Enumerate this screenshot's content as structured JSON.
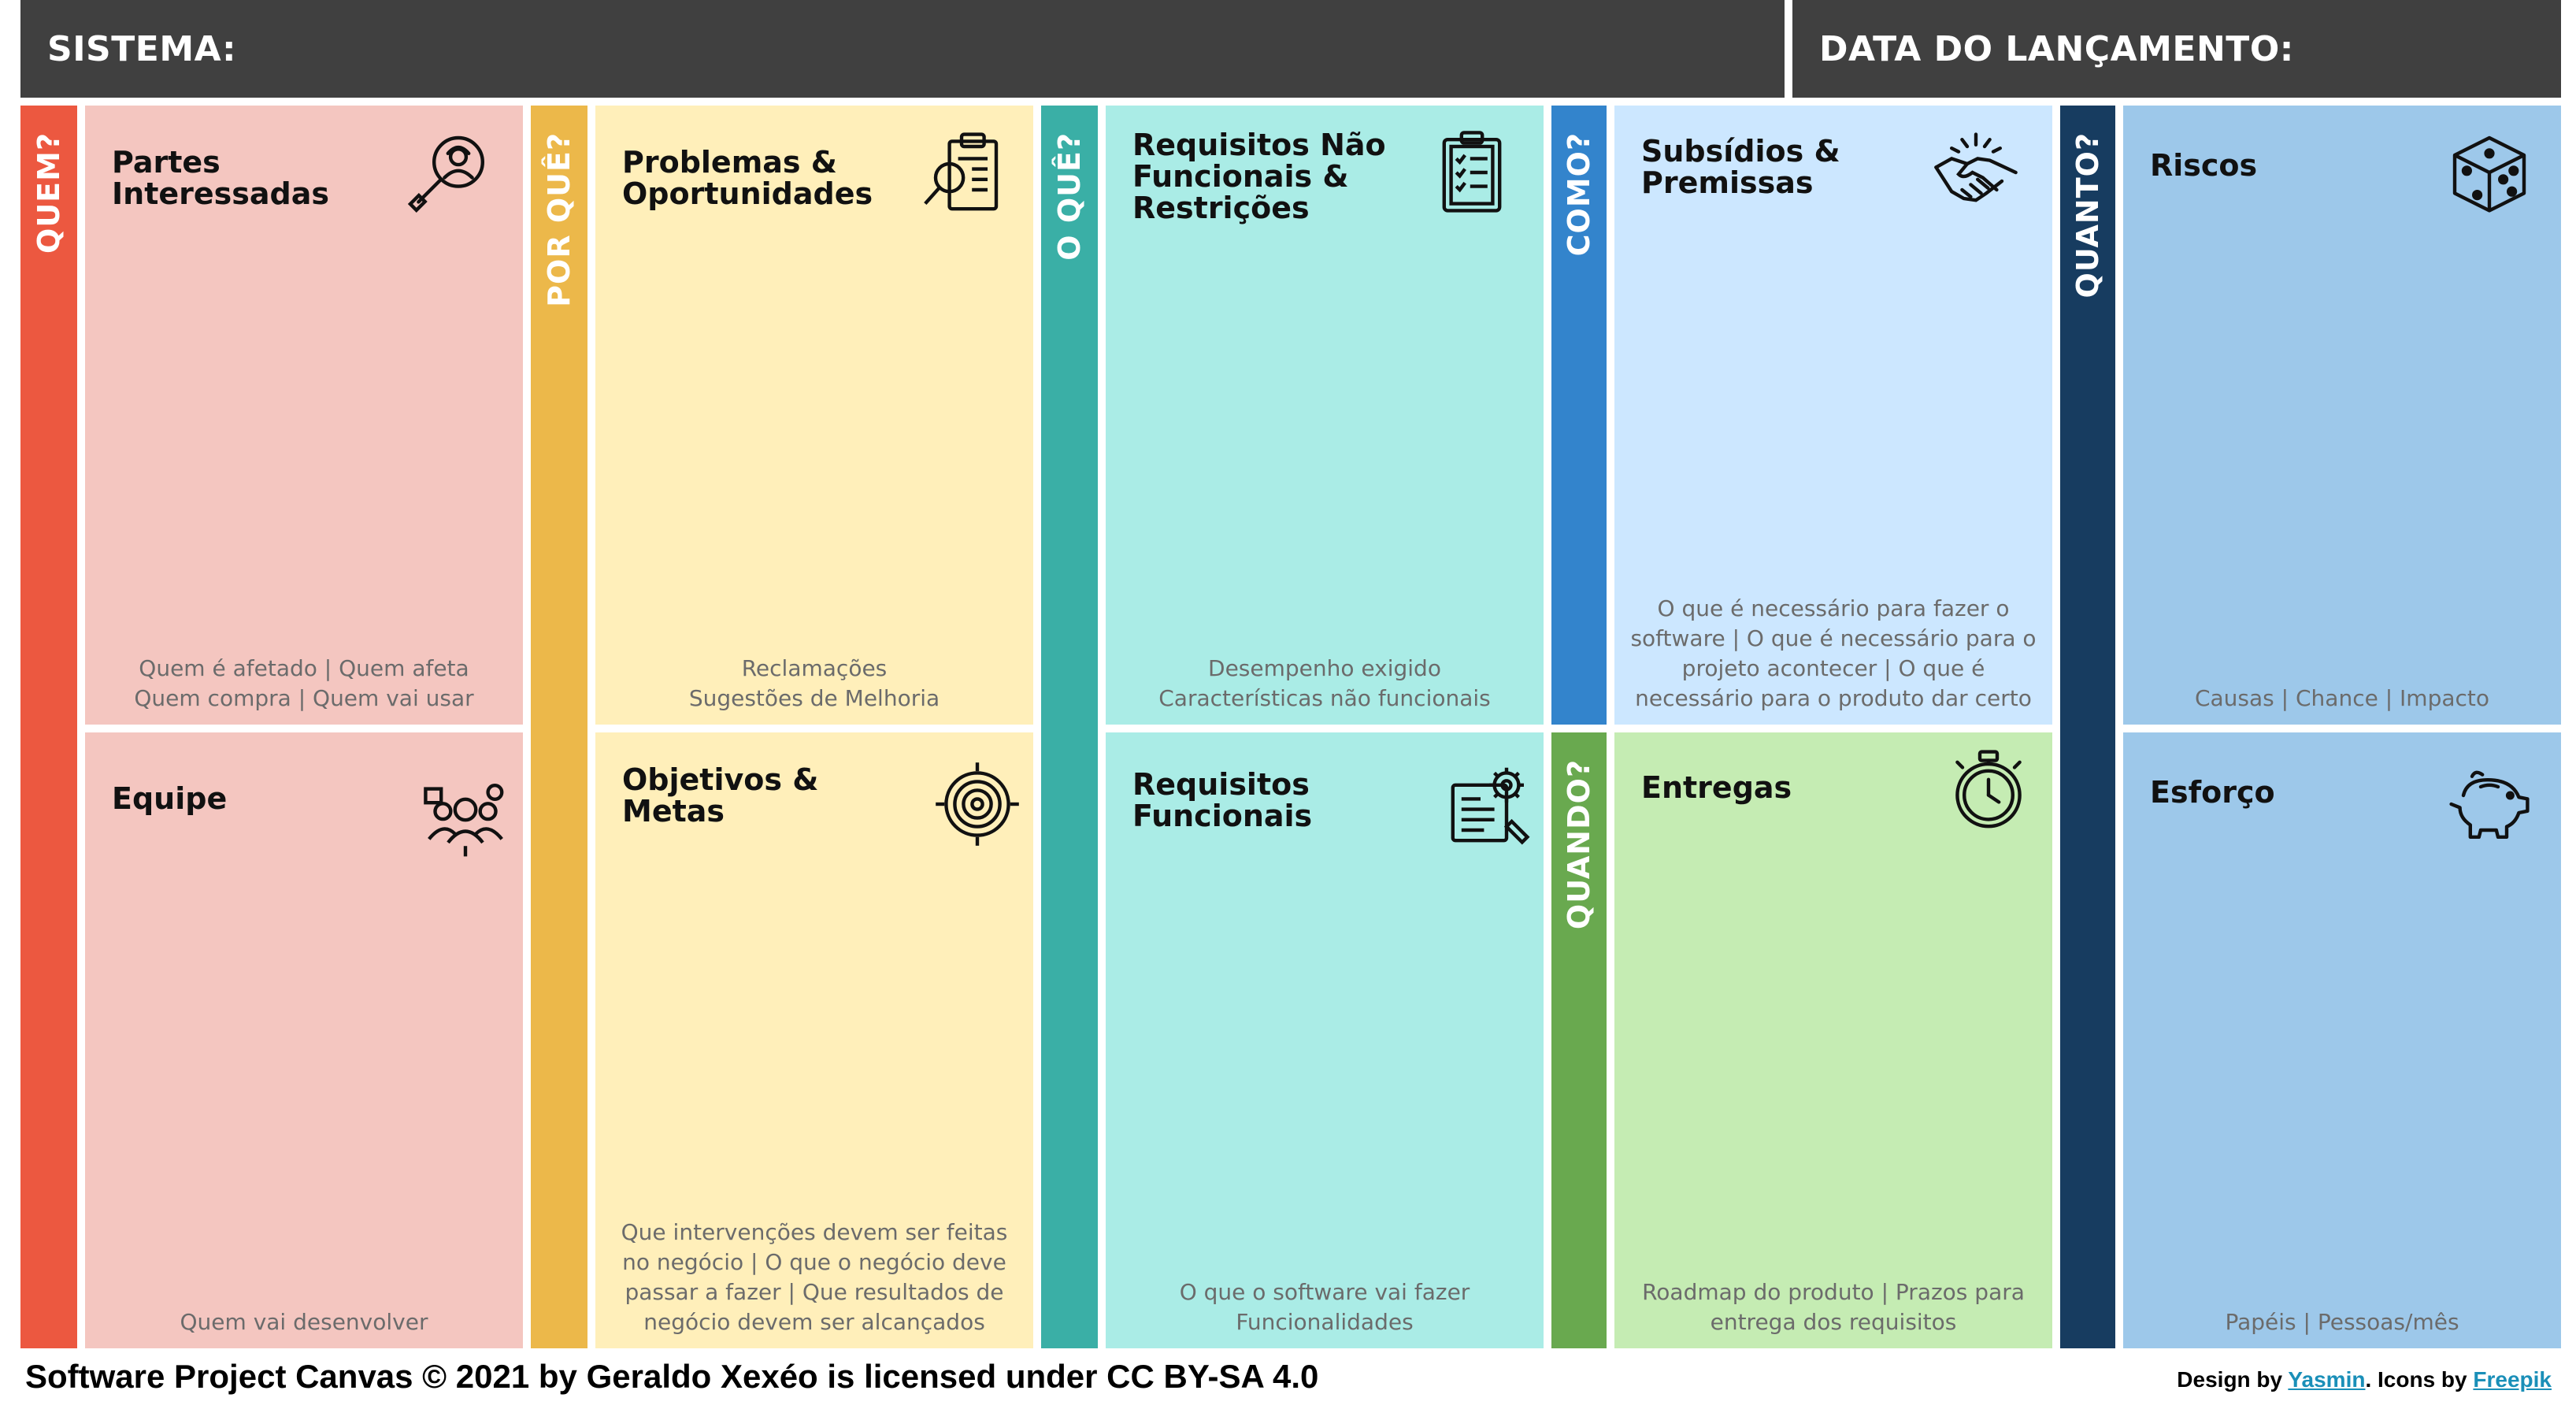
{
  "header": {
    "sistema_label": "SISTEMA:",
    "data_label": "DATA DO LANÇAMENTO:"
  },
  "strips": {
    "quem": "QUEM?",
    "por_que": "POR QUÊ?",
    "o_que": "O QUÊ?",
    "como": "COMO?",
    "quando": "QUANDO?",
    "quanto": "QUANTO?"
  },
  "panels": {
    "partes": {
      "title": "Partes\nInteressadas",
      "hint": "Quem é afetado | Quem afeta\nQuem compra | Quem vai usar",
      "icon": "magnifier-person-icon"
    },
    "equipe": {
      "title": "Equipe",
      "hint": "Quem vai desenvolver",
      "icon": "team-icon"
    },
    "problemas": {
      "title": "Problemas &\nOportunidades",
      "hint": "Reclamações\nSugestões de Melhoria",
      "icon": "clipboard-search-icon"
    },
    "objetivos": {
      "title": "Objetivos &\nMetas",
      "hint": "Que intervenções devem ser feitas no negócio | O que o negócio deve passar a fazer | Que resultados de negócio devem ser alcançados",
      "icon": "target-icon"
    },
    "req_nao_func": {
      "title": "Requisitos Não\nFuncionais &\nRestrições",
      "hint": "Desempenho exigido\nCaracterísticas não funcionais",
      "icon": "checklist-icon"
    },
    "req_func": {
      "title": "Requisitos\nFuncionais",
      "hint": "O que o software vai fazer\nFuncionalidades",
      "icon": "document-gear-icon"
    },
    "subsidios": {
      "title": "Subsídios &\nPremissas",
      "hint": "O que é necessário para fazer o software | O que é necessário para o projeto acontecer | O que é necessário para o produto dar certo",
      "icon": "handshake-icon"
    },
    "entregas": {
      "title": "Entregas",
      "hint": "Roadmap do produto | Prazos para entrega dos requisitos",
      "icon": "stopwatch-icon"
    },
    "riscos": {
      "title": "Riscos",
      "hint": "Causas | Chance | Impacto",
      "icon": "dice-icon"
    },
    "esforco": {
      "title": "Esforço",
      "hint": "Papéis | Pessoas/mês",
      "icon": "piggy-bank-icon"
    }
  },
  "footer": {
    "license": "Software Project Canvas © 2021 by Geraldo Xexéo is licensed under CC BY-SA 4.0",
    "design_prefix": "Design by ",
    "design_name": "Yasmin",
    "icons_prefix": ". Icons by ",
    "icons_name": "Freepik"
  },
  "colors": {
    "header_bg": "#404040",
    "quem": "#ec5840",
    "por_que": "#ecb84a",
    "o_que": "#3aafa6",
    "como": "#3384cc",
    "quando": "#69a94f",
    "quanto": "#173c60",
    "pink_panel": "#f4c6c0",
    "yellow_panel": "#ffefba",
    "teal_panel": "#aaece6",
    "lightblue_panel": "#cce7ff",
    "green_panel": "#c5ecb3",
    "blue_panel": "#9dc8ea"
  }
}
